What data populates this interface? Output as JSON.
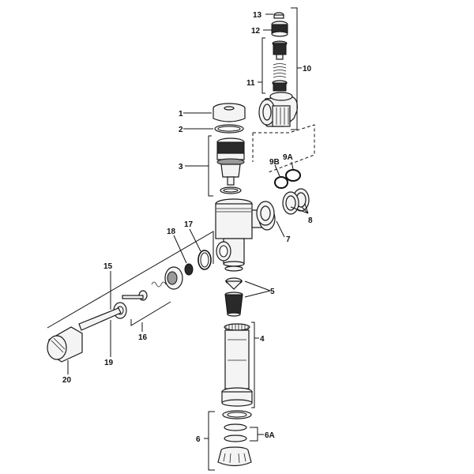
{
  "diagram": {
    "callouts": [
      {
        "id": "c1",
        "label": "1"
      },
      {
        "id": "c2",
        "label": "2"
      },
      {
        "id": "c3",
        "label": "3"
      },
      {
        "id": "c4",
        "label": "4"
      },
      {
        "id": "c5",
        "label": "5"
      },
      {
        "id": "c6",
        "label": "6"
      },
      {
        "id": "c6a",
        "label": "6A"
      },
      {
        "id": "c7",
        "label": "7"
      },
      {
        "id": "c8",
        "label": "8"
      },
      {
        "id": "c9a",
        "label": "9A"
      },
      {
        "id": "c9b",
        "label": "9B"
      },
      {
        "id": "c10",
        "label": "10"
      },
      {
        "id": "c11",
        "label": "11"
      },
      {
        "id": "c12",
        "label": "12"
      },
      {
        "id": "c13",
        "label": "13"
      },
      {
        "id": "c15",
        "label": "15"
      },
      {
        "id": "c16",
        "label": "16"
      },
      {
        "id": "c17",
        "label": "17"
      },
      {
        "id": "c18",
        "label": "18"
      },
      {
        "id": "c19",
        "label": "19"
      },
      {
        "id": "c20",
        "label": "20"
      }
    ]
  }
}
